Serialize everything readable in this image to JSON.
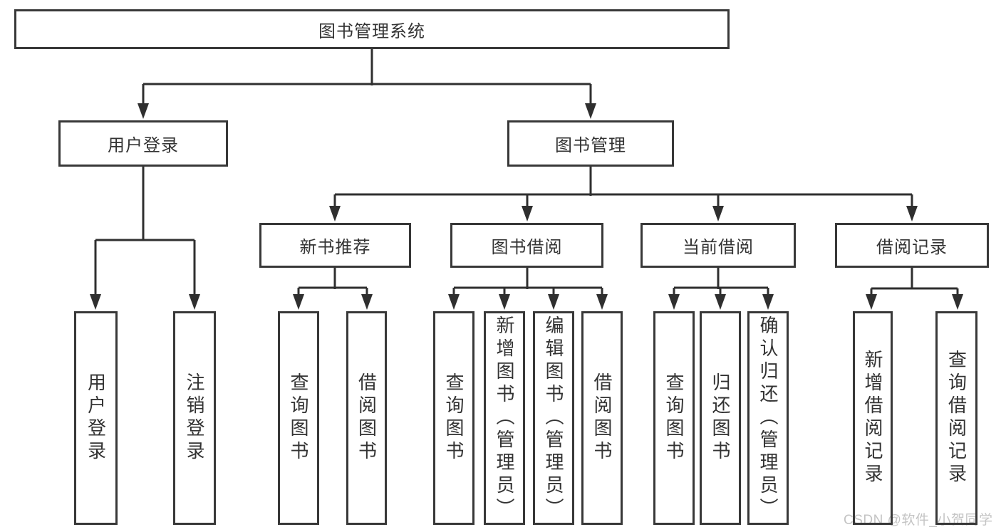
{
  "watermark": "CSDN @软件_小贺同学",
  "colors": {
    "line": "#2f2f2f",
    "border": "#383838",
    "text": "#333333",
    "watermark": "#c4c4c4",
    "background": "#ffffff"
  },
  "tree": {
    "label": "图书管理系统",
    "children": [
      {
        "label": "用户登录",
        "children": [
          {
            "label": "用户登录"
          },
          {
            "label": "注销登录"
          }
        ]
      },
      {
        "label": "图书管理",
        "children": [
          {
            "label": "新书推荐",
            "children": [
              {
                "label": "查询图书"
              },
              {
                "label": "借阅图书"
              }
            ]
          },
          {
            "label": "图书借阅",
            "children": [
              {
                "label": "查询图书"
              },
              {
                "label": "新增图书（管理员）"
              },
              {
                "label": "编辑图书（管理员）"
              },
              {
                "label": "借阅图书"
              }
            ]
          },
          {
            "label": "当前借阅",
            "children": [
              {
                "label": "查询图书"
              },
              {
                "label": "归还图书"
              },
              {
                "label": "确认归还（管理员）"
              }
            ]
          },
          {
            "label": "借阅记录",
            "children": [
              {
                "label": "新增借阅记录"
              },
              {
                "label": "查询借阅记录"
              }
            ]
          }
        ]
      }
    ]
  }
}
